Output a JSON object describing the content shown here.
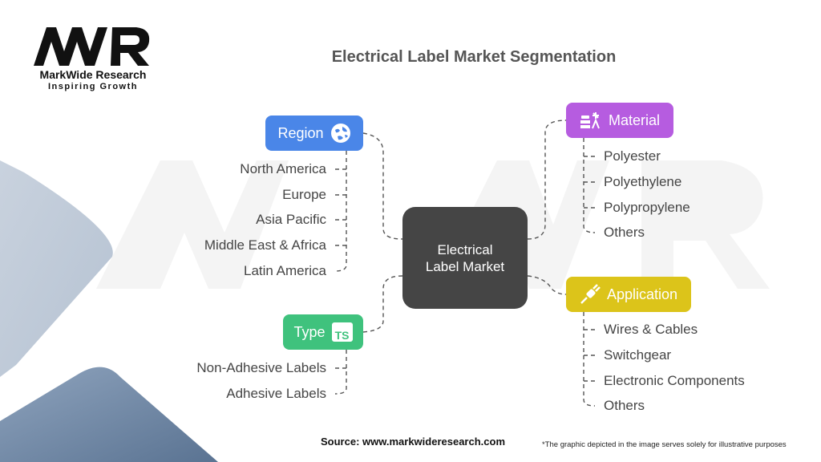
{
  "logo": {
    "mark": "MWR",
    "name": "MarkWide Research",
    "tagline": "Inspiring Growth"
  },
  "title": "Electrical Label Market Segmentation",
  "center": {
    "line1": "Electrical",
    "line2": "Label Market"
  },
  "segments": {
    "region": {
      "label": "Region",
      "color": "#4a86e8",
      "icon": "globe-icon",
      "items": [
        "North America",
        "Europe",
        "Asia Pacific",
        "Middle East & Africa",
        "Latin America"
      ]
    },
    "type": {
      "label": "Type",
      "color": "#3fc27d",
      "icon": "ts-badge-icon",
      "icon_text": "TS",
      "items": [
        "Non-Adhesive Labels",
        "Adhesive Labels"
      ]
    },
    "material": {
      "label": "Material",
      "color": "#b65ce0",
      "icon": "materials-icon",
      "items": [
        "Polyester",
        "Polyethylene",
        "Polypropylene",
        "Others"
      ]
    },
    "application": {
      "label": "Application",
      "color": "#dcc41a",
      "icon": "plug-icon",
      "items": [
        "Wires & Cables",
        "Switchgear",
        "Electronic Components",
        "Others"
      ]
    }
  },
  "footer": {
    "source": "Source: www.markwideresearch.com",
    "disclaimer": "*The graphic depicted in the image serves solely for illustrative purposes"
  }
}
